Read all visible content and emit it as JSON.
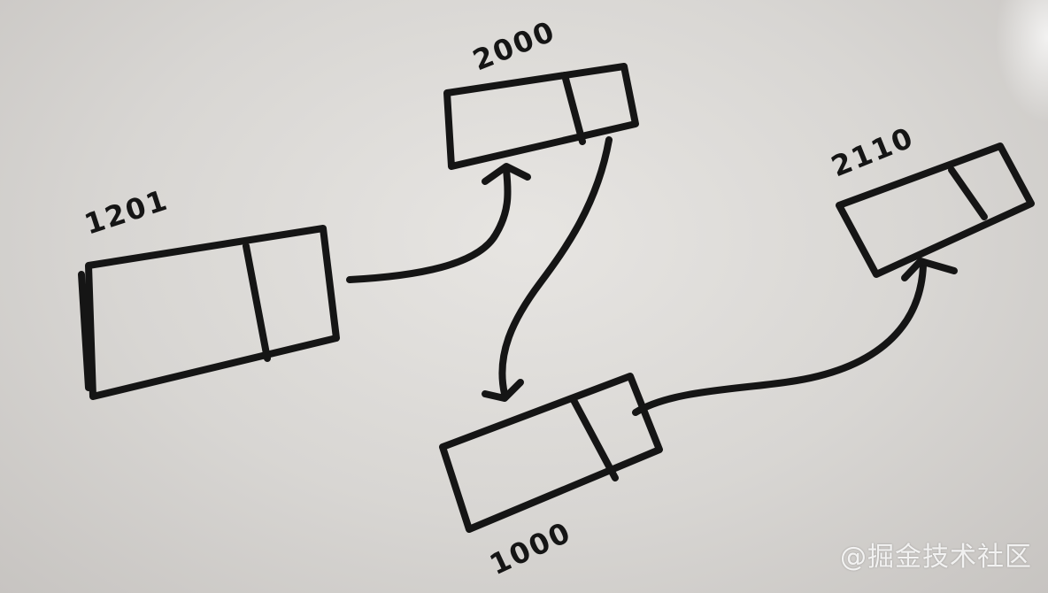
{
  "nodes": [
    {
      "id": "node-1201",
      "label": "1201"
    },
    {
      "id": "node-2000",
      "label": "2000"
    },
    {
      "id": "node-1000",
      "label": "1000"
    },
    {
      "id": "node-2110",
      "label": "2110"
    }
  ],
  "edges": [
    {
      "from": "1201",
      "to": "2000"
    },
    {
      "from": "2000",
      "to": "1000"
    },
    {
      "from": "1000",
      "to": "2110"
    }
  ],
  "watermark": "@掘金技术社区"
}
